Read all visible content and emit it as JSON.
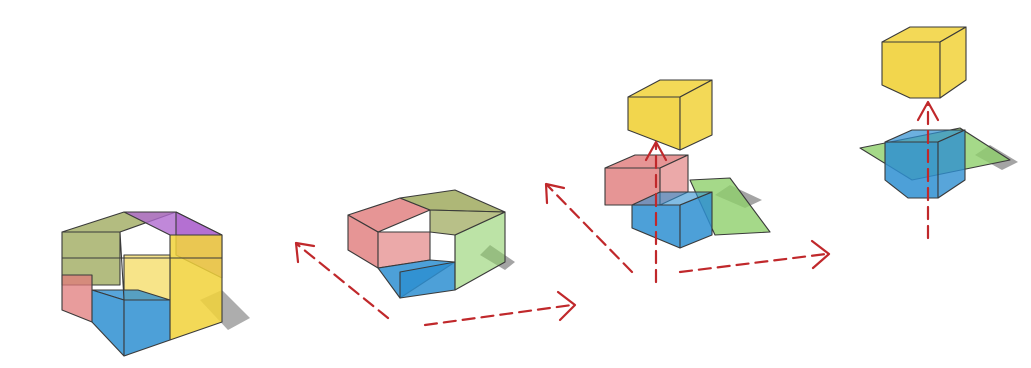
{
  "figure": {
    "description_free": true,
    "palette": {
      "yellow": "#f1d23a",
      "blue": "#2e8fd1",
      "red": "#e07b7b",
      "olive": "#9aa555",
      "purple": "#b06ad0",
      "green": "#8fd06b",
      "shadow": "#a4a4a4",
      "arrow": "#c0282b",
      "edge": "#3a3a3a"
    },
    "stages": [
      {
        "id": "stage-1",
        "pieces": [
          "olive",
          "purple",
          "red",
          "blue",
          "yellow"
        ]
      },
      {
        "id": "stage-2",
        "pieces": [
          "red",
          "olive",
          "blue",
          "green"
        ]
      },
      {
        "id": "stage-3",
        "pieces": [
          "yellow",
          "red",
          "blue",
          "green"
        ]
      },
      {
        "id": "stage-4",
        "pieces": [
          "yellow",
          "blue",
          "green"
        ]
      }
    ]
  }
}
